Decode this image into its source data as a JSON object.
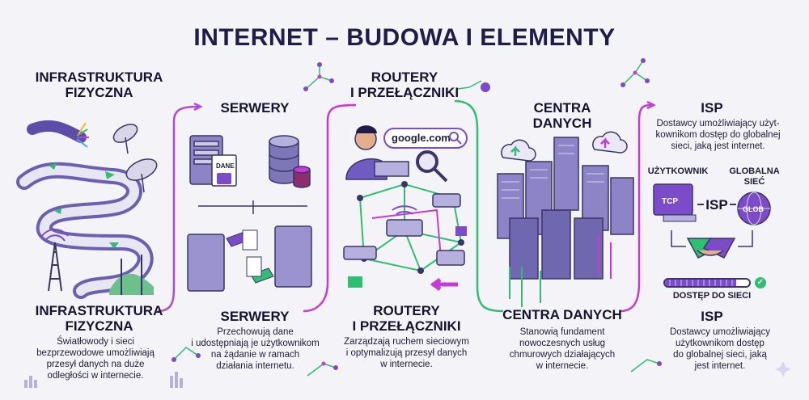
{
  "title": "INTERNET – BUDOWA I ELEMENTY",
  "sections": {
    "infra": {
      "top_title_l1": "INFRASTRUKTURA",
      "top_title_l2": "FIZYCZNA",
      "bottom_title_l1": "INFRASTRUKTURA",
      "bottom_title_l2": "FIZYCZNA",
      "desc": [
        "Światłowody i sieci",
        "bezprzewodowe umożliwiają",
        "przesył danych na duże",
        "odległości w internecie."
      ]
    },
    "servers": {
      "top_title": "SERWERY",
      "bottom_title": "SERWERY",
      "dane_label": "DANE",
      "desc": [
        "Przechowują dane",
        "i udostępniają je użytkownikom",
        "na żądanie w ramach",
        "działania internetu."
      ]
    },
    "routers": {
      "top_title_l1": "ROUTERY",
      "top_title_l2": "I PRZEŁĄCZNIKI",
      "bottom_title_l1": "ROUTERY",
      "bottom_title_l2": "I PRZEŁĄCZNIKI",
      "search_text": "google.com",
      "desc": [
        "Zarządzają ruchem sieciowym",
        "i optymalizują przesył danych",
        "w internecie."
      ]
    },
    "datacenters": {
      "top_title_l1": "CENTRA",
      "top_title_l2": "DANYCH",
      "bottom_title": "CENTRA DANYCH",
      "desc": [
        "Stanowią fundament",
        "nowoczesnych usług",
        "chmurowych działających",
        "w internecie."
      ]
    },
    "isp": {
      "top_title": "ISP",
      "top_desc": [
        "Dostawcy umożliwiający użyt-",
        "kownikom dostęp do globalnej",
        "sieci, jaką jest internet."
      ],
      "user_label": "UŻYTKOWNIK",
      "global_label_l1": "GLOBALNA",
      "global_label_l2": "SIEĆ",
      "isp_middle": "ISP",
      "tcp_label": "TCP",
      "glob_label": "GLOB",
      "access_label": "DOSTĘP DO SIECI",
      "access_progress": 0.85,
      "bottom_title": "ISP",
      "bottom_desc": [
        "Dostawcy umożliwiający",
        "użytkownikom dostęp",
        "do globalnej sieci, jaką",
        "jest internet."
      ]
    }
  },
  "colors": {
    "accent_purple": "#7b4bc9",
    "accent_green": "#2fbf71",
    "magenta": "#c53bd4",
    "dark_navy": "#1f1c4a"
  },
  "icons": [
    "fiber-cable-icon",
    "satellite-dish-icon",
    "radio-tower-icon",
    "server-rack-icon",
    "database-icon",
    "document-icon",
    "handshake-icon",
    "router-icon",
    "switch-icon",
    "magnifier-icon",
    "user-at-laptop-icon",
    "cloud-upload-icon",
    "datacenter-icon",
    "monitor-icon",
    "globe-icon",
    "check-icon"
  ]
}
